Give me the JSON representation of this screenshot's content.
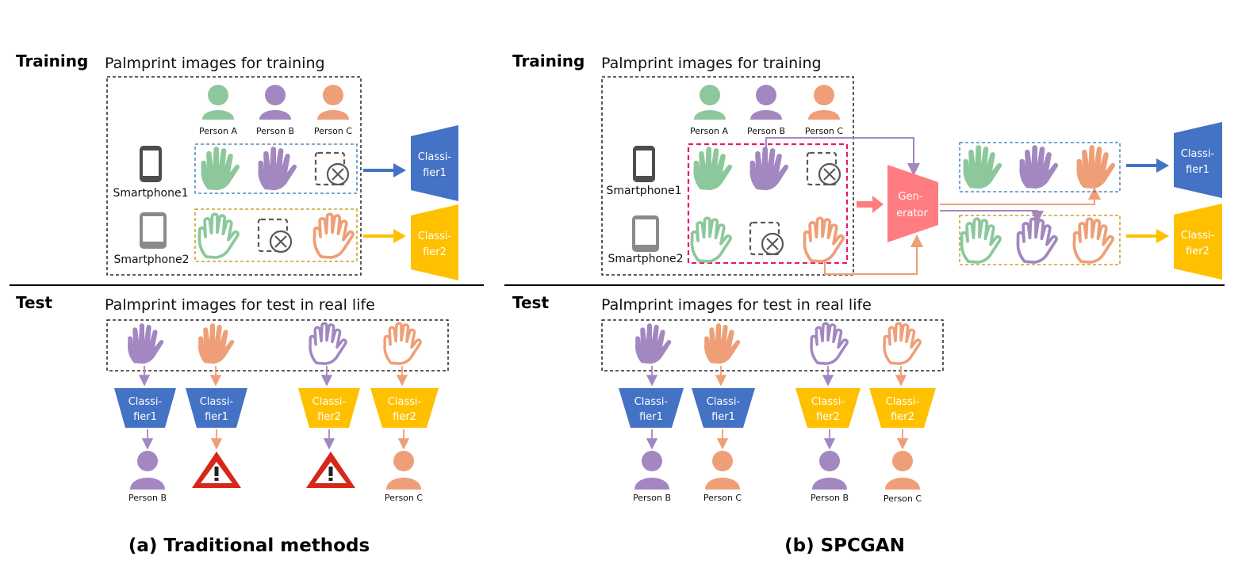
{
  "colors": {
    "green": "#8dc89c",
    "purple": "#a287c0",
    "orange": "#ef9f78",
    "blue_classifier": "#4472c4",
    "yellow_classifier": "#ffc000",
    "generator": "#ff7c80",
    "warning": "#d62718",
    "phone_dark": "#4d4d4d",
    "phone_light": "#8a8a8a",
    "dash_blue": "#2e75b6",
    "dash_gold": "#bf9000",
    "dash_pink": "#e8196b"
  },
  "panel_a": {
    "training_label": "Training",
    "training_subtitle": "Palmprint images for training",
    "persons": [
      "Person A",
      "Person B",
      "Person C"
    ],
    "devices": [
      "Smartphone1",
      "Smartphone2"
    ],
    "classifiers": [
      {
        "line1": "Classi-",
        "line2": "fier1"
      },
      {
        "line1": "Classi-",
        "line2": "fier2"
      }
    ],
    "test_label": "Test",
    "test_subtitle": "Palmprint images for test in real life",
    "test_classifiers": [
      {
        "line1": "Classi-",
        "line2": "fier1"
      },
      {
        "line1": "Classi-",
        "line2": "fier1"
      },
      {
        "line1": "Classi-",
        "line2": "fier2"
      },
      {
        "line1": "Classi-",
        "line2": "fier2"
      }
    ],
    "test_outputs": [
      "Person B",
      "",
      "",
      "Person C"
    ],
    "caption": "(a) Traditional methods"
  },
  "panel_b": {
    "training_label": "Training",
    "training_subtitle": "Palmprint images for training",
    "persons": [
      "Person A",
      "Person B",
      "Person C"
    ],
    "devices": [
      "Smartphone1",
      "Smartphone2"
    ],
    "generator": {
      "line1": "Gen-",
      "line2": "erator"
    },
    "classifiers": [
      {
        "line1": "Classi-",
        "line2": "fier1"
      },
      {
        "line1": "Classi-",
        "line2": "fier2"
      }
    ],
    "test_label": "Test",
    "test_subtitle": "Palmprint images for test in real life",
    "test_classifiers": [
      {
        "line1": "Classi-",
        "line2": "fier1"
      },
      {
        "line1": "Classi-",
        "line2": "fier1"
      },
      {
        "line1": "Classi-",
        "line2": "fier2"
      },
      {
        "line1": "Classi-",
        "line2": "fier2"
      }
    ],
    "test_outputs": [
      "Person B",
      "Person C",
      "Person B",
      "Person C"
    ],
    "caption": "(b) SPCGAN"
  }
}
